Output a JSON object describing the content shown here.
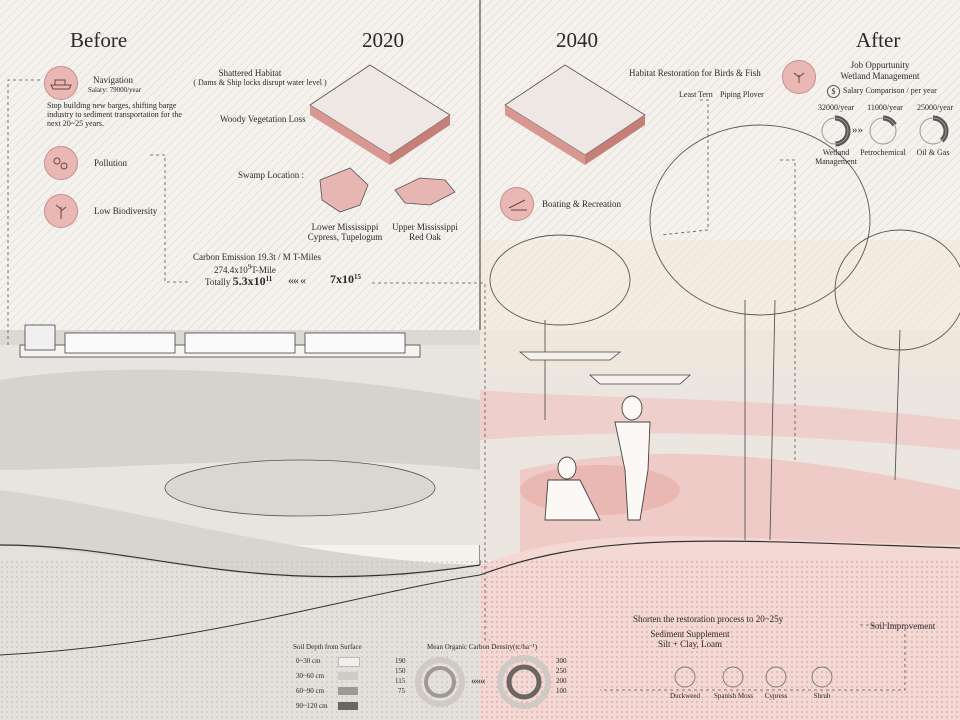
{
  "header": {
    "before": "Before",
    "year_left": "2020",
    "year_right": "2040",
    "after": "After"
  },
  "navigation": {
    "title": "Navigation",
    "salary": "Salary: 79000/year",
    "note": "Stop building new barges, shifting barge industry to sediment transportation for the next 20~25 years."
  },
  "issues": {
    "pollution": "Pollution",
    "biodiversity": "Low Biodiversity"
  },
  "habitat_left": {
    "title": "Shattered Habitat",
    "subtitle": "( Dams & Ship locks disrupt water level )",
    "woody": "Woody Vegetation Loss"
  },
  "swamp": {
    "title": "Swamp Location :",
    "lower_name": "Lower Mississippi",
    "lower_species": "Cypress, Tupelogum",
    "upper_name": "Upper Mississippi",
    "upper_species": "Red Oak"
  },
  "carbon": {
    "line1": "Carbon Emission 19.3t / M T-Miles",
    "line2_base": "274.4x10",
    "line2_exp": "9",
    "line2_unit": "T-Mile",
    "totally": "Totally",
    "total_base": "5.3x10",
    "total_exp": "11",
    "right_base": "7x10",
    "right_exp": "15",
    "arrows": "«« «"
  },
  "habitat_right": {
    "title": "Habitat Restoration for Birds & Fish",
    "bird1": "Least Tern",
    "bird2": "Piping Plover"
  },
  "boating": "Boating & Recreation",
  "jobs": {
    "title": "Job Oppurtunity",
    "subtitle": "Wetland Management",
    "salary_title": "Salary Comparison / per year",
    "items": [
      {
        "value": "32000/year",
        "label": "Wetland Management",
        "label2": "Management",
        "label1": "Wetland"
      },
      {
        "value": "11000/year",
        "label": "Petrochemical"
      },
      {
        "value": "25000/year",
        "label": "Oil & Gas"
      }
    ],
    "arrows": "»»"
  },
  "restoration": {
    "shorten": "Shorten the restoration process to 20~25y",
    "soil": "Soil Improvement",
    "sediment": "Sediment Supplement",
    "silt": "Silt + Clay, Loam"
  },
  "soil_legend": {
    "title": "Soil Depth from Surface",
    "items": [
      "0~30 cm",
      "30~60 cm",
      "60~90 cm",
      "90~120 cm"
    ],
    "colors": [
      "#f3eeea",
      "#cfcac6",
      "#9e9995",
      "#6a6662"
    ]
  },
  "carbon_density": {
    "title": "Mean Organic Carbon Density(tc/ha⁻¹)",
    "left_values": [
      "190",
      "150",
      "115",
      "75"
    ],
    "right_values": [
      "300",
      "250",
      "200",
      "100"
    ],
    "arrows": "«««"
  },
  "plants": [
    "Duckweed",
    "Spanish Moss",
    "Cypress",
    "Shrub"
  ],
  "colors": {
    "accent": "#e6b2ae",
    "accent_dark": "#c98a86",
    "line": "#3a3a3a",
    "pink_bg": "#f2d5d2"
  }
}
